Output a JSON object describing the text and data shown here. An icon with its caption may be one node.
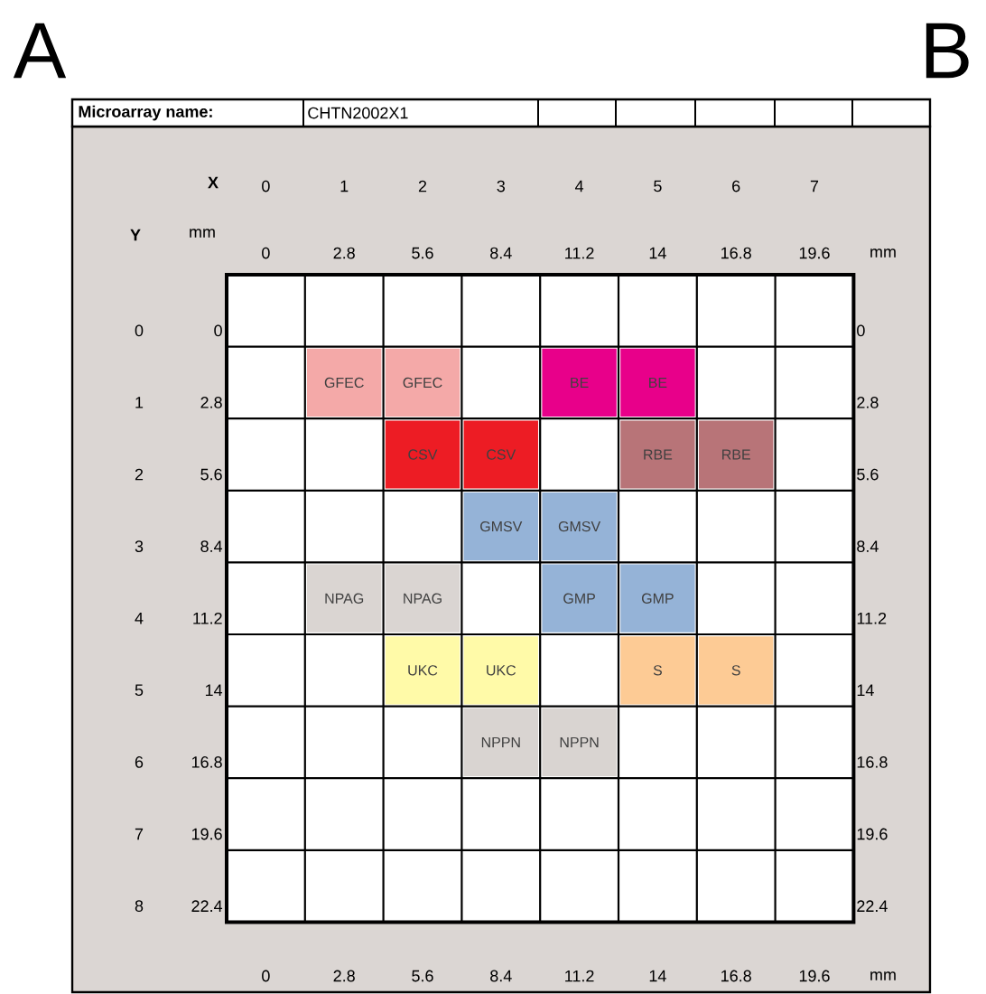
{
  "diagram": {
    "nodes": [
      {
        "text": [
          "GFEC"
        ]
      },
      {
        "text": [
          "GFEC"
        ]
      },
      {
        "text": [
          "BE"
        ]
      },
      {
        "text": [
          "BE"
        ]
      },
      {
        "text": [
          "CSV"
        ]
      },
      {
        "text": [
          "CSV"
        ]
      },
      {
        "text": [
          "RBE"
        ]
      },
      {
        "text": [
          "RBE"
        ]
      },
      {
        "text": [
          "GMSV"
        ]
      },
      {
        "text": [
          "GMSV"
        ]
      },
      {
        "text": [
          "NPAG"
        ]
      },
      {
        "text": [
          "NPAG"
        ]
      },
      {
        "text": [
          "GMP"
        ]
      },
      {
        "text": [
          "GMP"
        ]
      },
      {
        "text": [
          "UKC"
        ]
      },
      {
        "text": [
          "UKC"
        ]
      },
      {
        "text": [
          "S"
        ]
      },
      {
        "text": [
          "S"
        ]
      },
      {
        "text": [
          "NPPN"
        ]
      },
      {
        "text": [
          "NPPN"
        ]
      }
    ],
    "labels": [
      "A",
      "B",
      "Microarray name:",
      "CHTN2002X1",
      "X",
      "0",
      "1",
      "2",
      "3",
      "4",
      "5",
      "6",
      "7",
      "Y",
      "mm",
      "0",
      "2.8",
      "5.6",
      "8.4",
      "11.2",
      "14",
      "16.8",
      "19.6",
      "mm",
      "0",
      "0",
      "0",
      "1",
      "2.8",
      "2.8",
      "2",
      "5.6",
      "5.6",
      "3",
      "8.4",
      "8.4",
      "4",
      "11.2",
      "11.2",
      "5",
      "14",
      "14",
      "6",
      "16.8",
      "16.8",
      "7",
      "19.6",
      "19.6",
      "8",
      "22.4",
      "22.4",
      "0",
      "2.8",
      "5.6",
      "8.4",
      "11.2",
      "14",
      "16.8",
      "19.6",
      "mm"
    ]
  }
}
